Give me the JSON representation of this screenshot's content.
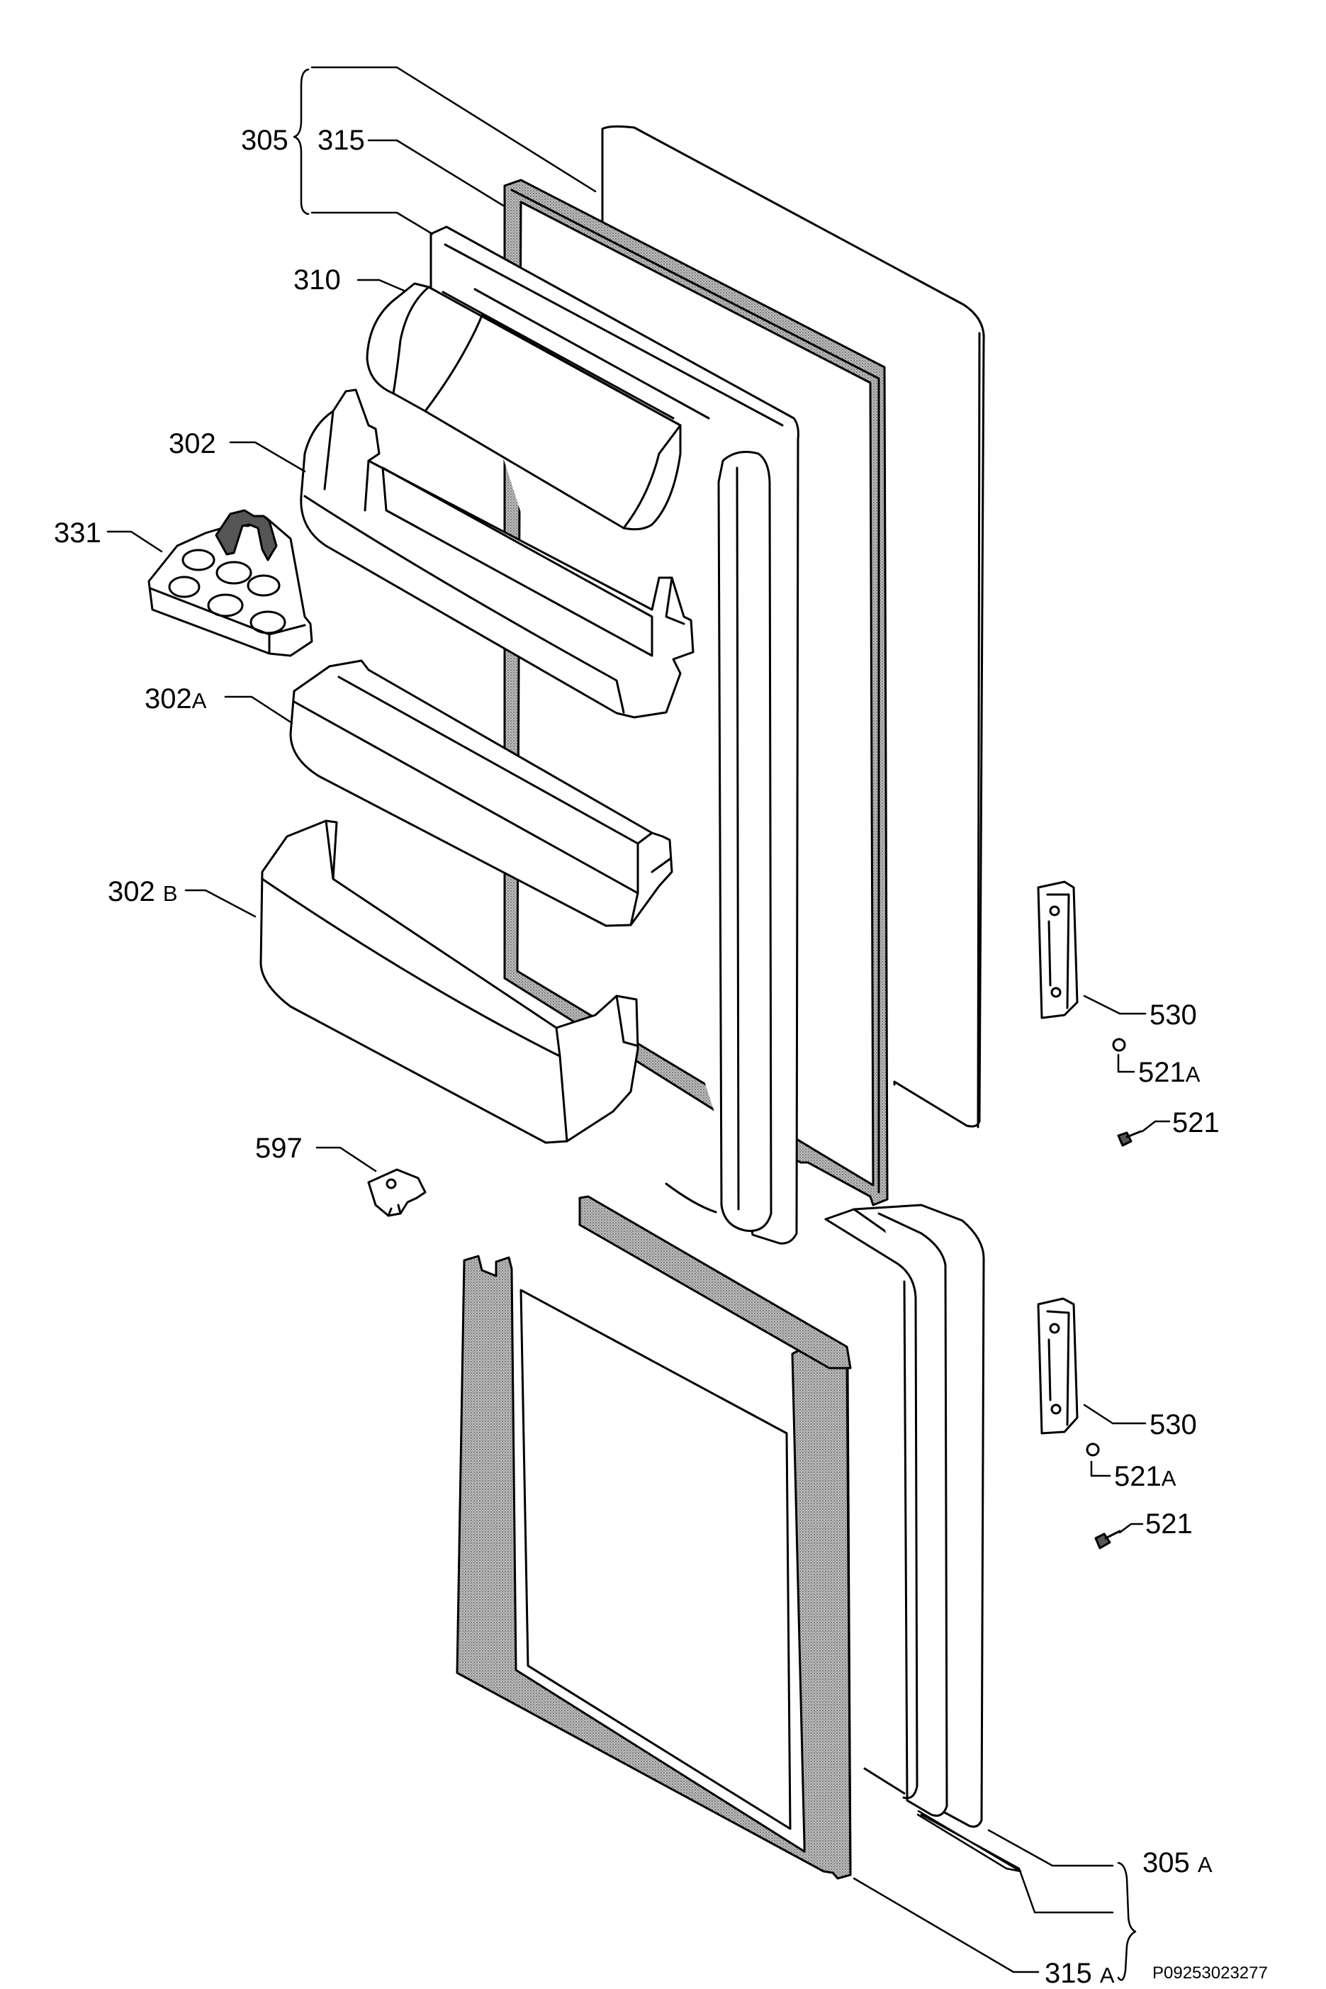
{
  "labels": {
    "l305": {
      "num": "305",
      "sfx": ""
    },
    "l315": {
      "num": "315",
      "sfx": ""
    },
    "l310": {
      "num": "310",
      "sfx": ""
    },
    "l302": {
      "num": "302",
      "sfx": ""
    },
    "l331": {
      "num": "331",
      "sfx": ""
    },
    "l302a": {
      "num": "302",
      "sfx": "A"
    },
    "l302b": {
      "num": "302 ",
      "sfx": "B"
    },
    "l597": {
      "num": "597",
      "sfx": ""
    },
    "l530u": {
      "num": "530",
      "sfx": ""
    },
    "l521au": {
      "num": "521",
      "sfx": "A"
    },
    "l521u": {
      "num": "521",
      "sfx": ""
    },
    "l530l": {
      "num": "530",
      "sfx": ""
    },
    "l521al": {
      "num": "521",
      "sfx": "A"
    },
    "l521l": {
      "num": "521",
      "sfx": ""
    },
    "l305a": {
      "num": "305 ",
      "sfx": "A"
    },
    "l315a": {
      "num": "315 ",
      "sfx": "A"
    }
  },
  "document_id": "P09253023277",
  "colors": {
    "line": "#000000",
    "gasket": "#9a9a9a",
    "fill": "#ffffff"
  }
}
